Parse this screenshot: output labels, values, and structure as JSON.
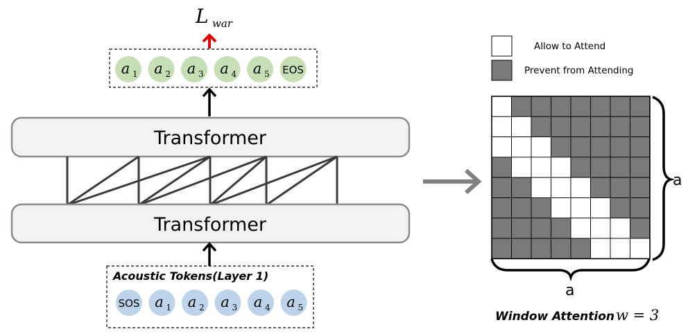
{
  "loss": {
    "symbol": "L",
    "subscript": "war"
  },
  "output_tokens": [
    {
      "base": "a",
      "sub": "1"
    },
    {
      "base": "a",
      "sub": "2"
    },
    {
      "base": "a",
      "sub": "3"
    },
    {
      "base": "a",
      "sub": "4"
    },
    {
      "base": "a",
      "sub": "5"
    },
    {
      "text": "EOS"
    }
  ],
  "input_tokens": [
    {
      "text": "SOS"
    },
    {
      "base": "a",
      "sub": "1"
    },
    {
      "base": "a",
      "sub": "2"
    },
    {
      "base": "a",
      "sub": "3"
    },
    {
      "base": "a",
      "sub": "4"
    },
    {
      "base": "a",
      "sub": "5"
    }
  ],
  "transformers": {
    "top_label": "Transformer",
    "bottom_label": "Transformer"
  },
  "input_box": {
    "title": "Acoustic Tokens(Layer 1)"
  },
  "legend": {
    "allow": "Allow to Attend",
    "prevent": "Prevent from Attending"
  },
  "matrix": {
    "size": 8,
    "window": 3,
    "right_label": "a",
    "bottom_label": "a",
    "allowed_rows": [
      [
        0
      ],
      [
        0,
        1
      ],
      [
        0,
        1,
        2
      ],
      [
        1,
        2,
        3
      ],
      [
        2,
        3,
        4
      ],
      [
        3,
        4,
        5
      ],
      [
        4,
        5,
        6
      ],
      [
        5,
        6,
        7
      ]
    ]
  },
  "caption": {
    "text": "Window Attention",
    "math": "w = 3"
  },
  "colors": {
    "output_fill": "#c6dfb4",
    "input_fill": "#bcd3ea",
    "prevent_fill": "#7a7a7a",
    "allow_fill": "#ffffff",
    "transformer_fill": "#f2f2f2",
    "transformer_stroke": "#8a8a8a",
    "arrow_red": "#e00000",
    "arrow_gray": "#808080"
  }
}
